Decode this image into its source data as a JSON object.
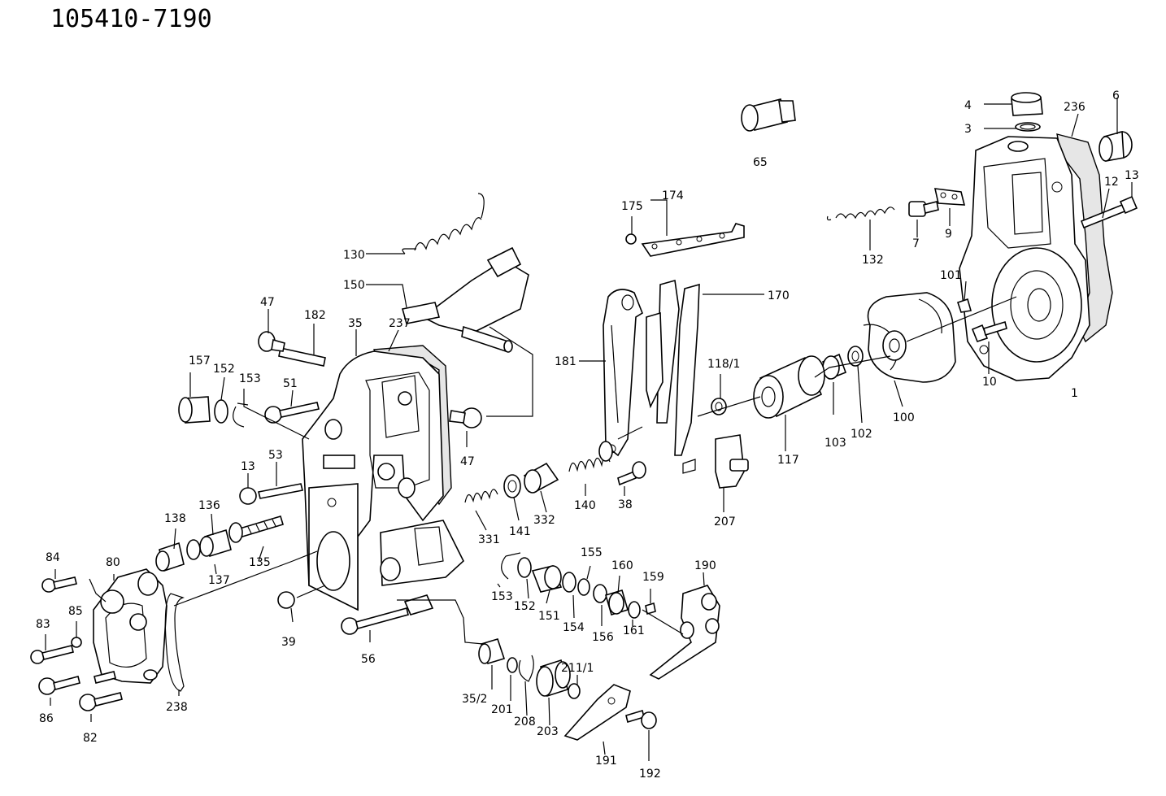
{
  "drawing": {
    "part_number": "105410-7190",
    "callouts": [
      "1",
      "3",
      "4",
      "6",
      "7",
      "9",
      "10",
      "12",
      "13",
      "13",
      "35",
      "35/2",
      "38",
      "39",
      "47",
      "47",
      "51",
      "53",
      "56",
      "65",
      "80",
      "82",
      "83",
      "84",
      "85",
      "86",
      "100",
      "101",
      "102",
      "103",
      "117",
      "118/1",
      "130",
      "132",
      "135",
      "136",
      "137",
      "138",
      "140",
      "141",
      "150",
      "151",
      "152",
      "152",
      "153",
      "153",
      "154",
      "155",
      "156",
      "157",
      "159",
      "160",
      "161",
      "170",
      "174",
      "175",
      "181",
      "182",
      "190",
      "191",
      "192",
      "201",
      "203",
      "207",
      "208",
      "211/1",
      "236",
      "237",
      "238",
      "331",
      "332"
    ]
  }
}
